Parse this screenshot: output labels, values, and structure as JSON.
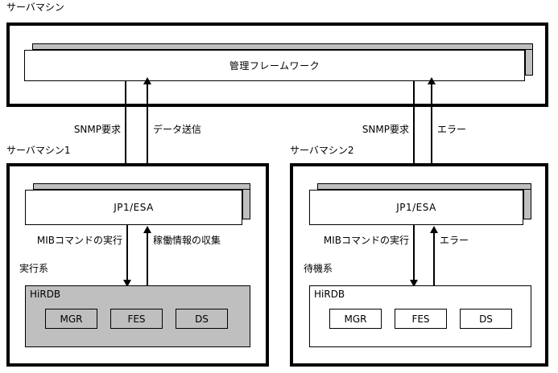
{
  "diagram": {
    "title": "サーバマシン",
    "top_machine": {
      "caption": "サーバマシン",
      "component": "管理フレームワーク"
    },
    "links_top": [
      {
        "label": "SNMP要求",
        "direction": "down"
      },
      {
        "label": "データ送信",
        "direction": "up"
      },
      {
        "label": "SNMP要求",
        "direction": "down"
      },
      {
        "label": "エラー",
        "direction": "up"
      }
    ],
    "machines": [
      {
        "caption": "サーバマシン1",
        "agent": "JP1/ESA",
        "down_label": "MIBコマンドの実行",
        "up_label": "稼働情報の収集",
        "system_label": "実行系",
        "db_title": "HiRDB",
        "components": [
          "MGR",
          "FES",
          "DS"
        ],
        "shaded": true
      },
      {
        "caption": "サーバマシン2",
        "agent": "JP1/ESA",
        "down_label": "MIBコマンドの実行",
        "up_label": "エラー",
        "system_label": "待機系",
        "db_title": "HiRDB",
        "components": [
          "MGR",
          "FES",
          "DS"
        ],
        "shaded": false
      }
    ],
    "colors": {
      "line": "#000000",
      "shade": "#bfbfbf",
      "background": "#ffffff"
    }
  }
}
